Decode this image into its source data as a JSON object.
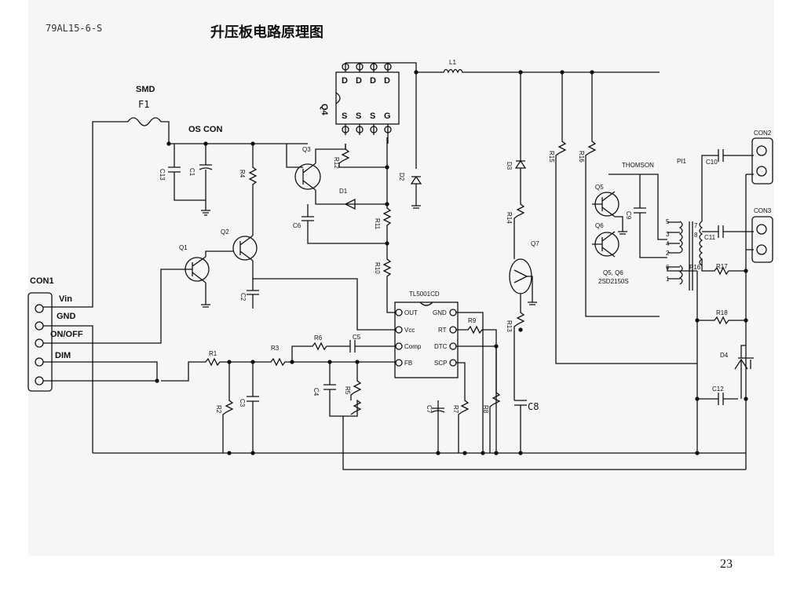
{
  "header": {
    "code": "79AL15-6-S",
    "title": "升压板电路原理图"
  },
  "page_number": "23",
  "connectors": {
    "con1": {
      "name": "CON1",
      "pins": [
        "Vin",
        "GND",
        "ON/OFF",
        "DIM"
      ]
    },
    "con2": "CON2",
    "con3": "CON3"
  },
  "fuse": {
    "type": "SMD",
    "ref": "F1"
  },
  "net_os_con": "OS CON",
  "ic": {
    "ref": "TL5001CD",
    "pins_left": [
      "OUT",
      "Vcc",
      "Comp",
      "FB"
    ],
    "pins_right": [
      "GND",
      "RT",
      "DTC",
      "SCP"
    ]
  },
  "mosfet": {
    "ref": "Q4",
    "pins_top": [
      "D",
      "D",
      "D",
      "D"
    ],
    "pins_bottom": [
      "S",
      "S",
      "S",
      "G"
    ]
  },
  "transistors": [
    "Q1",
    "Q2",
    "Q3",
    "Q5",
    "Q6",
    "Q7"
  ],
  "transistor_note": {
    "pair": "Q5, Q6",
    "part": "2SD2150S"
  },
  "thomson": "THOMSON",
  "transformer": "PI1",
  "inductor": "L1",
  "diodes": [
    "D1",
    "D2",
    "D3",
    "D4"
  ],
  "resistors": [
    "R1",
    "R2",
    "R3",
    "R4",
    "R5",
    "R6",
    "R7",
    "R8",
    "R9",
    "R10",
    "R11",
    "R12",
    "R13",
    "R14",
    "R15",
    "R16",
    "R17",
    "R18"
  ],
  "capacitors": [
    "C1",
    "C2",
    "C3",
    "C4",
    "C5",
    "C6",
    "C7",
    "C8",
    "C9",
    "C10",
    "C11",
    "C12",
    "C13"
  ],
  "winding_pins": [
    "5",
    "3",
    "4",
    "2",
    "6",
    "1",
    "7",
    "8"
  ]
}
